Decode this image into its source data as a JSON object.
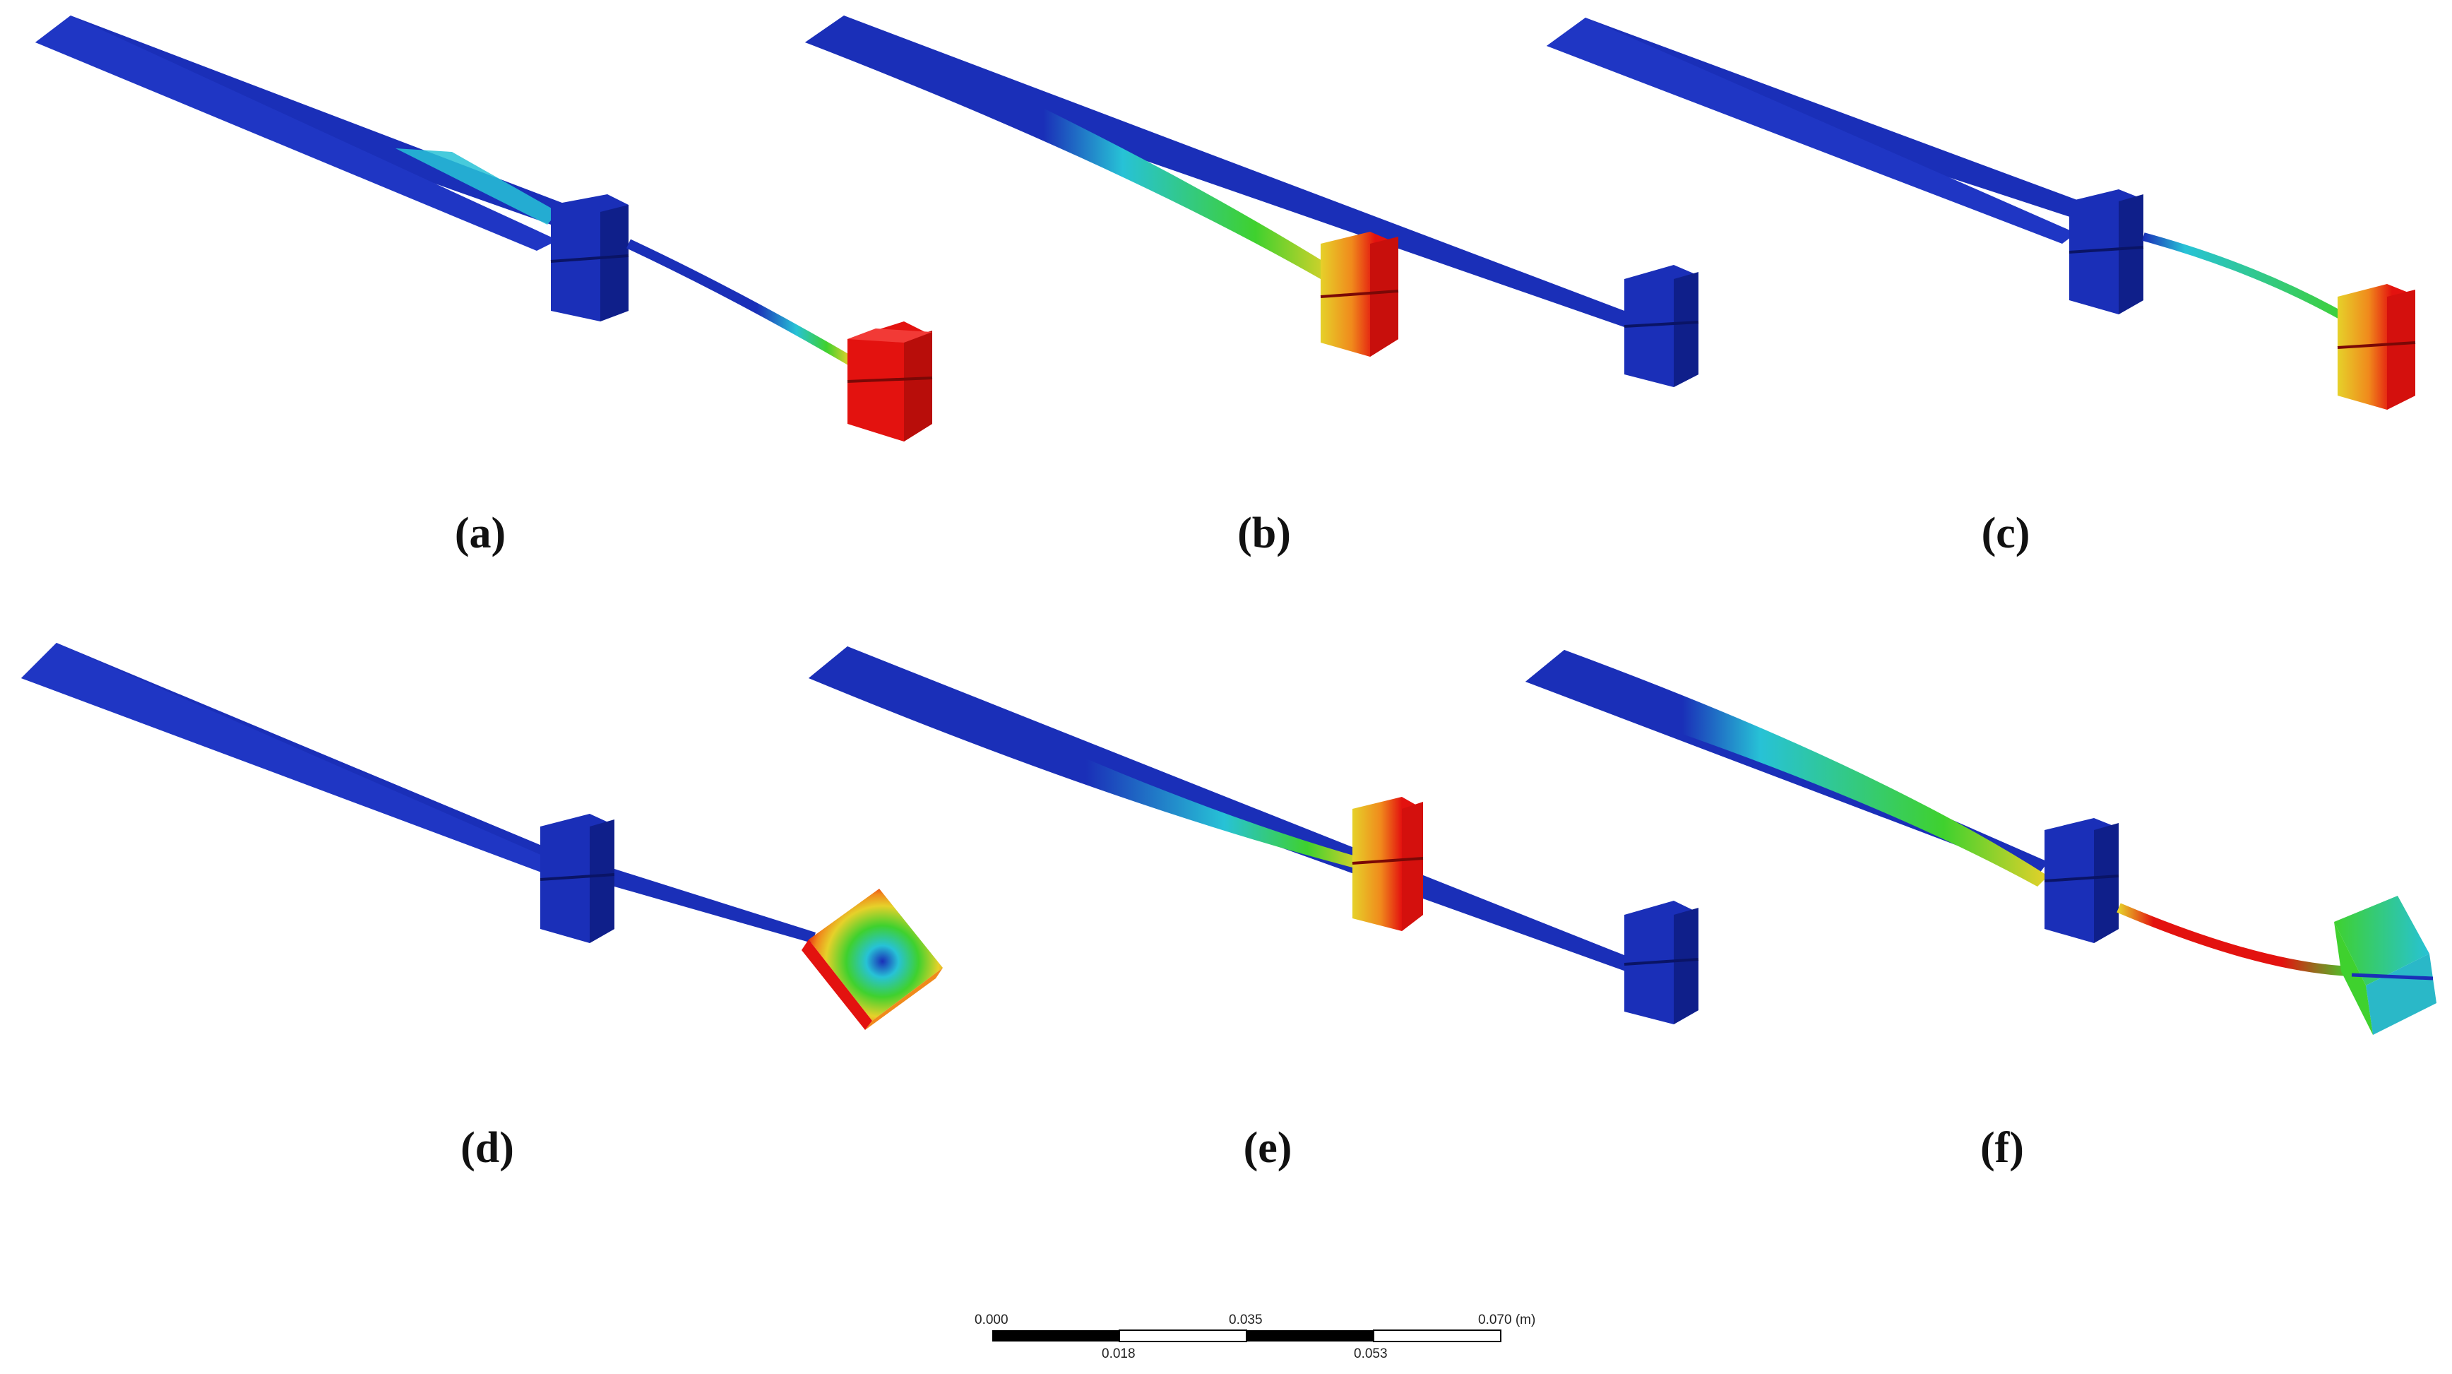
{
  "panels": [
    {
      "label": "(a)",
      "mode": "a"
    },
    {
      "label": "(b)",
      "mode": "b"
    },
    {
      "label": "(c)",
      "mode": "c"
    },
    {
      "label": "(d)",
      "mode": "d"
    },
    {
      "label": "(e)",
      "mode": "e"
    },
    {
      "label": "(f)",
      "mode": "f"
    }
  ],
  "scale_bar": {
    "top_ticks": [
      "0.000",
      "0.035",
      "0.070 (m)"
    ],
    "bottom_ticks": [
      "0.018",
      "0.053"
    ]
  },
  "colors": {
    "structure": "#1a2fb8",
    "structure_dark": "#0f1f8a",
    "cyan": "#27c2d6",
    "green": "#3fd12e",
    "yellow": "#e6d12a",
    "orange": "#f08a1c",
    "red": "#e3120f"
  }
}
